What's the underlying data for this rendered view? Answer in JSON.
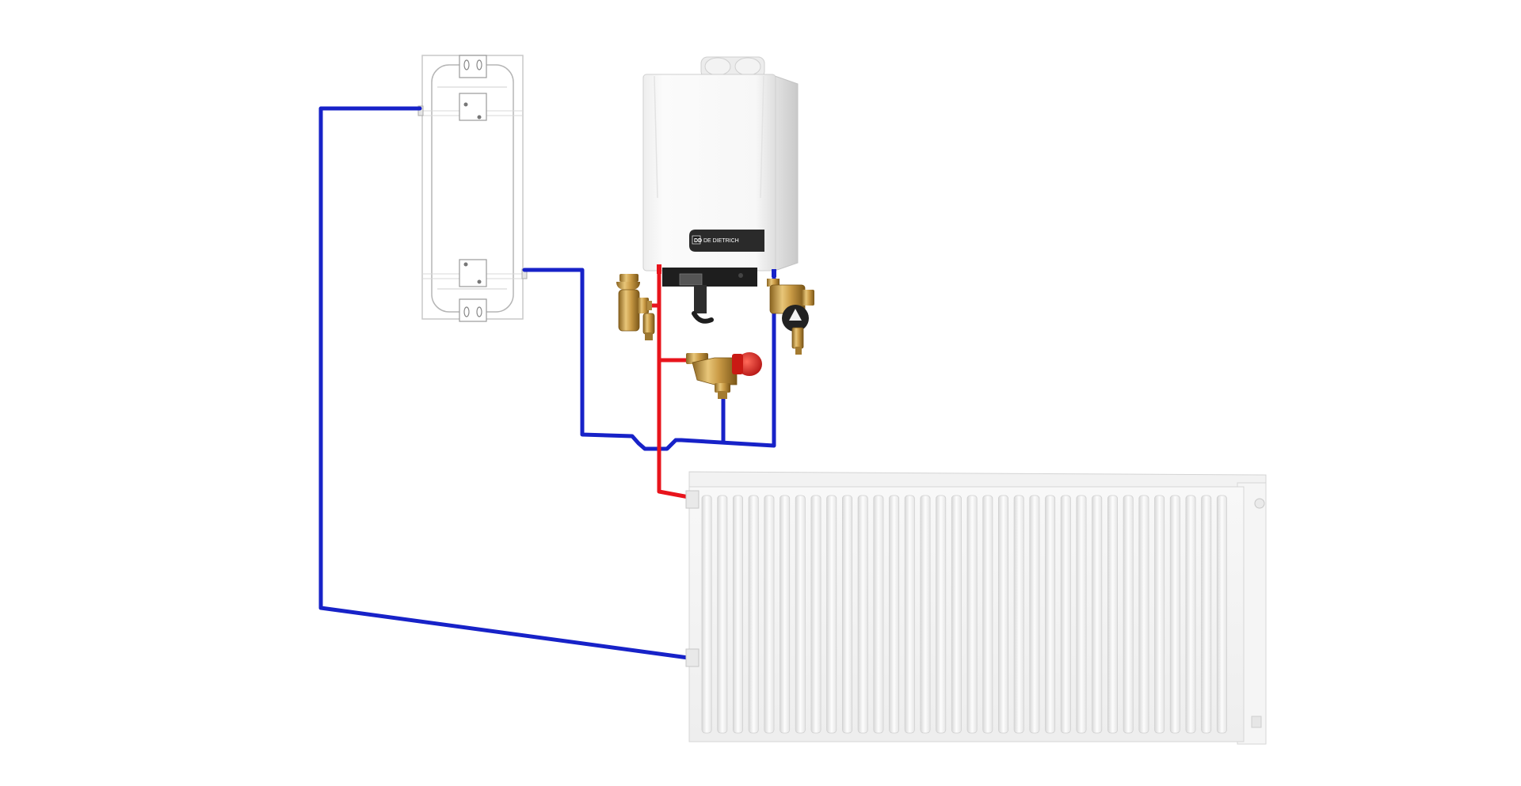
{
  "diagram": {
    "components": [
      {
        "id": "buffer-tank",
        "icon": "tank-outline-drawing"
      },
      {
        "id": "boiler",
        "icon": "wall-mounted-boiler",
        "logo_text": "DE DIETRICH",
        "logo_mark": "DD"
      },
      {
        "id": "air-vent-valve",
        "icon": "brass-air-vent"
      },
      {
        "id": "safety-valve",
        "icon": "brass-safety-valve-red-cap"
      },
      {
        "id": "dirt-separator",
        "icon": "brass-filter-with-black-cap"
      },
      {
        "id": "radiator",
        "icon": "white-panel-radiator"
      }
    ],
    "colors": {
      "hot_flow": "#e8141c",
      "cold_return": "#1722c8",
      "brass": "#c8a052",
      "background": "#ffffff"
    }
  }
}
